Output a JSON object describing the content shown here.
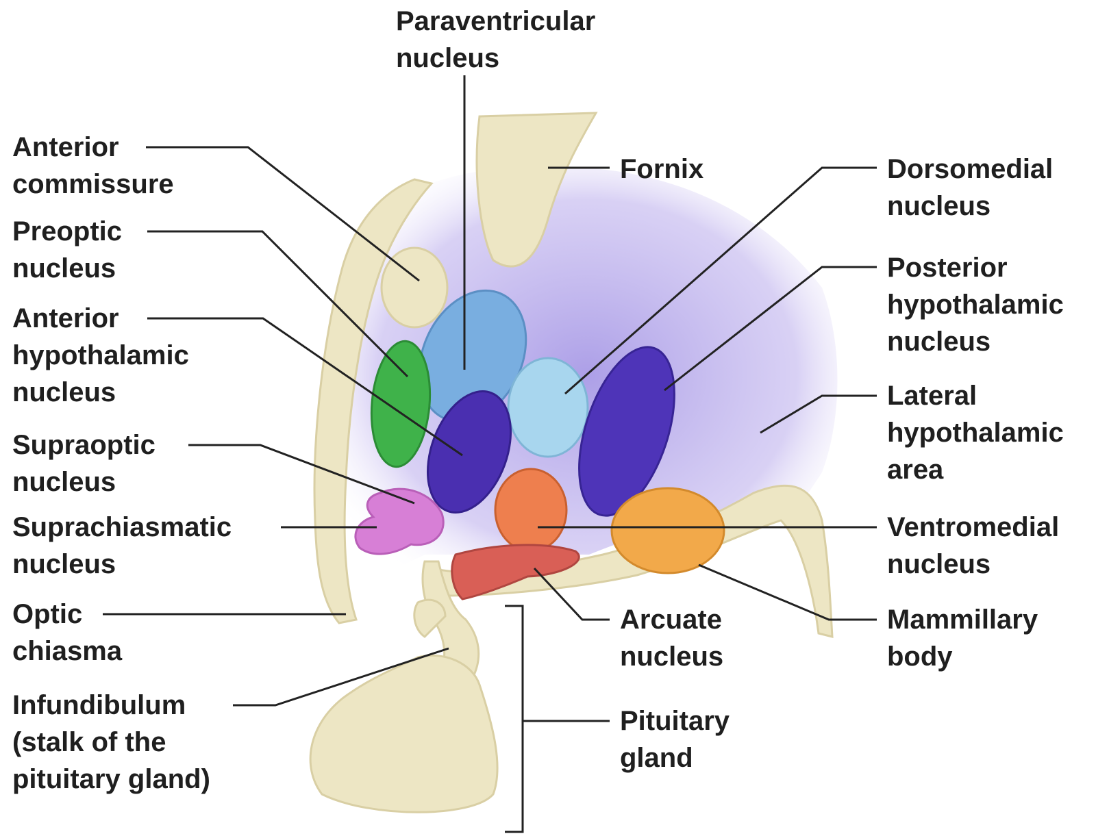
{
  "labels": {
    "paraventricular": [
      "Paraventricular",
      "nucleus"
    ],
    "anterior_commissure": [
      "Anterior",
      "commissure"
    ],
    "fornix": [
      "Fornix"
    ],
    "dorsomedial": [
      "Dorsomedial",
      "nucleus"
    ],
    "preoptic": [
      "Preoptic",
      "nucleus"
    ],
    "posterior_hypothalamic": [
      "Posterior",
      "hypothalamic",
      "nucleus"
    ],
    "anterior_hypothalamic": [
      "Anterior",
      "hypothalamic",
      "nucleus"
    ],
    "lateral_hypothalamic": [
      "Lateral",
      "hypothalamic",
      "area"
    ],
    "supraoptic": [
      "Supraoptic",
      "nucleus"
    ],
    "suprachiasmatic": [
      "Suprachiasmatic",
      "nucleus"
    ],
    "ventromedial": [
      "Ventromedial",
      "nucleus"
    ],
    "optic_chiasma": [
      "Optic",
      "chiasma"
    ],
    "arcuate": [
      "Arcuate",
      "nucleus"
    ],
    "mammillary": [
      "Mammillary",
      "body"
    ],
    "infundibulum": [
      "Infundibulum",
      "(stalk of the",
      "pituitary gland)"
    ],
    "pituitary": [
      "Pituitary",
      "gland"
    ]
  },
  "colors": {
    "tissue": "#ede6c4",
    "tissue_shadow": "#d9cfa4",
    "hypothalamus_region": "#c9bdf0",
    "paraventricular": "#79aee0",
    "preoptic": "#3fb24a",
    "anterior_hypothalamic": "#4a2fb0",
    "dorsomedial": "#a8d6ee",
    "posterior_hypothalamic": "#4e34b8",
    "supraoptic_suprachiasmatic": "#d77fd6",
    "ventromedial": "#ee7f4e",
    "arcuate": "#d95f56",
    "mammillary": "#f2a94a",
    "leader_line": "#222222"
  }
}
